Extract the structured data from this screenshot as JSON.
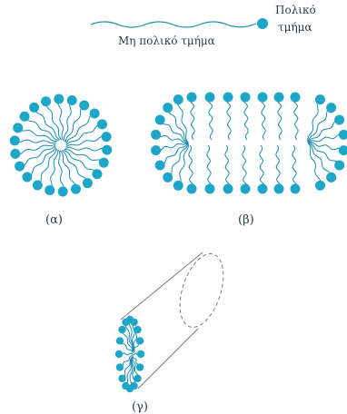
{
  "legend": {
    "nonpolar": "Μη πολικό τμήμα",
    "polar_line1": "Πολικό",
    "polar_line2": "τμήμα"
  },
  "panels": {
    "a": "(α)",
    "b": "(β)",
    "c": "(γ)"
  },
  "colors": {
    "head": "#1ea6c8",
    "tail": "#1a8cb0",
    "outline": "#7a7a7a",
    "text": "#2a3b48"
  }
}
